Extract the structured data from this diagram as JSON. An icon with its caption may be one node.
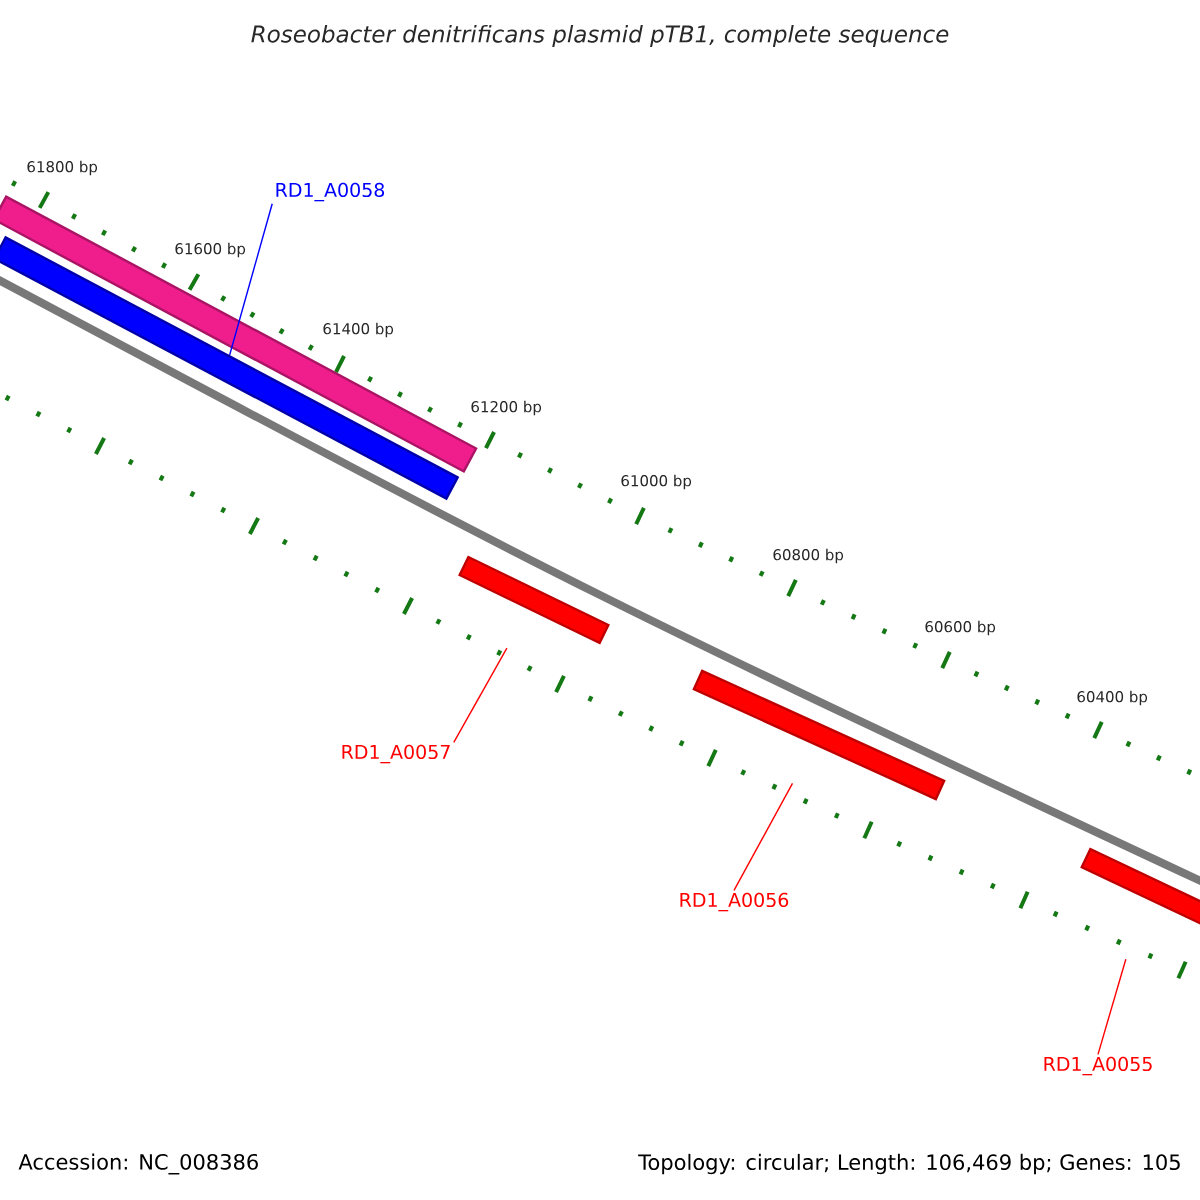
{
  "diagram": {
    "title": "Roseobacter denitrificans plasmid pTB1, complete sequence",
    "nodes": [
      {
        "text": [
          "RD1_A0058"
        ]
      },
      {
        "text": [],
        "shape": "bar"
      },
      {
        "text": [],
        "shape": "bar"
      },
      {
        "text": [],
        "shape": "bar"
      },
      {
        "text": [
          "RD1_A0057"
        ]
      },
      {
        "text": [],
        "shape": "bar"
      },
      {
        "text": [
          "RD1_A0056"
        ]
      },
      {
        "text": [],
        "shape": "bar"
      },
      {
        "text": [
          "RD1_A0055"
        ]
      }
    ],
    "edges": [
      {
        "from": 0,
        "to": 2,
        "arrow": "none",
        "color": "#0000ff"
      },
      {
        "from": 4,
        "to": 3,
        "arrow": "none"
      },
      {
        "from": 6,
        "to": 5,
        "arrow": "none"
      },
      {
        "from": 8,
        "to": 7,
        "arrow": "none"
      }
    ],
    "labels": [
      "61800 bp",
      "61600 bp",
      "61400 bp",
      "61200 bp",
      "61000 bp",
      "60800 bp",
      "60600 bp",
      "60400 bp",
      "Accession: NC_008386",
      "Topology: circular; Length: 106,469 bp; Genes: 105"
    ]
  }
}
